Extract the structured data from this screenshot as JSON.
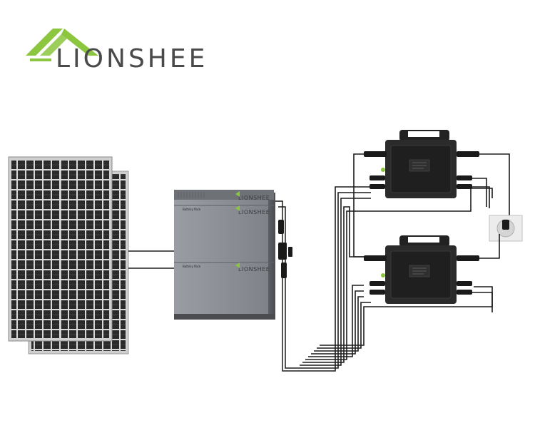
{
  "logo": {
    "brand_text": "LIONSHEE",
    "roof_color": "#8cc63f",
    "text_color": "#4a4a4a"
  },
  "battery": {
    "module_brand": "LIONSHEE",
    "module_tag": "Battery Pack",
    "modules": 3
  },
  "colors": {
    "panel_cell": "#2a2a2a",
    "panel_frame": "#c9c9c9",
    "battery_body": "#8d9096",
    "inverter_body": "#2b2b2b",
    "cable": "#1c1c1c",
    "accent_green": "#8cc63f"
  }
}
